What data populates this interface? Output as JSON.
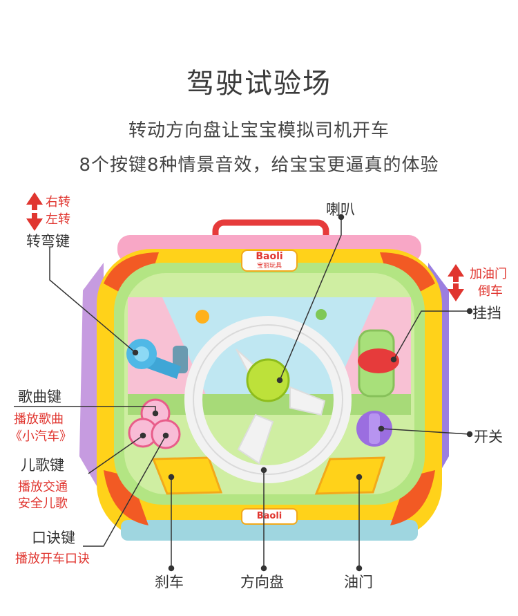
{
  "header": {
    "title": "驾驶试验场",
    "line1": "转动方向盘让宝宝模拟司机开车",
    "line2": "8个按键8种情景音效，给宝宝更逼真的体验"
  },
  "callouts": {
    "turn_right": "右转",
    "turn_left": "左转",
    "turn_key": "转弯键",
    "horn": "喇叭",
    "throttle_up": "加油门",
    "reverse": "倒车",
    "gear": "挂挡",
    "song_key": "歌曲键",
    "song_desc1": "播放歌曲",
    "song_desc2": "《小汽车》",
    "switch": "开关",
    "rhyme_key": "儿歌键",
    "rhyme_desc1": "播放交通",
    "rhyme_desc2": "安全儿歌",
    "verse_key": "口诀键",
    "verse_desc": "播放开车口诀",
    "brake": "刹车",
    "steering_wheel": "方向盘",
    "accelerator": "油门"
  },
  "logo": {
    "brand": "Baoli",
    "brand_cn": "宝丽玩具"
  },
  "colors": {
    "arrow_red": "#e0352f",
    "toy_yellow": "#ffd21a",
    "toy_pink": "#f8a7c6",
    "toy_orange": "#f25a24",
    "toy_green": "#a8e07a"
  }
}
